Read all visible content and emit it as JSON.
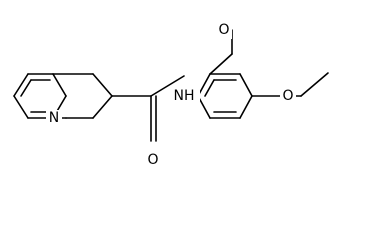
{
  "molecule": {
    "atoms": {
      "n_ring": "N",
      "n_amide": "NH",
      "o_carbonyl": "O",
      "o_methoxy_top": "O",
      "o_methoxy_right": "O"
    }
  }
}
